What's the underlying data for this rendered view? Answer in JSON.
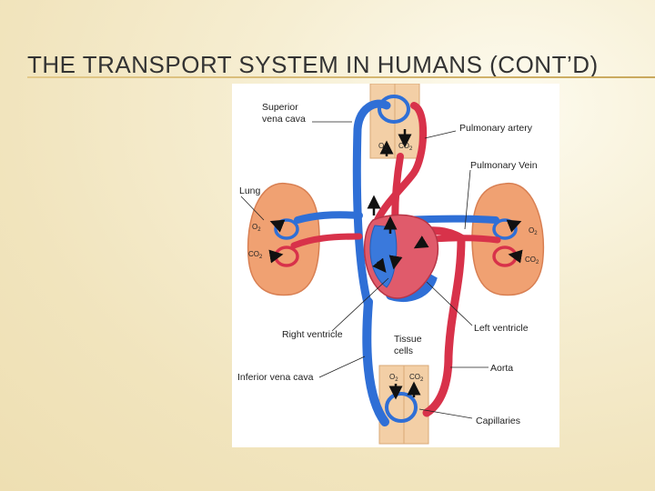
{
  "slide": {
    "title": "THE TRANSPORT SYSTEM IN HUMANS (CONT’D)"
  },
  "diagram": {
    "labels": {
      "superior_vena_cava_1": "Superior",
      "superior_vena_cava_2": "vena cava",
      "pulmonary_artery": "Pulmonary artery",
      "pulmonary_vein": "Pulmonary Vein",
      "lung": "Lung",
      "right_ventricle": "Right ventricle",
      "tissue_cells_1": "Tissue",
      "tissue_cells_2": "cells",
      "left_ventricle": "Left ventricle",
      "inferior_vena_cava": "Inferior vena cava",
      "aorta": "Aorta",
      "capillaries": "Capillaries"
    },
    "gas": {
      "o2": "O",
      "co2": "CO",
      "two": "2"
    },
    "colors": {
      "oxygenated": "#d8324a",
      "deoxygenated": "#2f6fd6",
      "lung_tissue": "#f0a172",
      "tissue_block": "#f3cfa6"
    }
  }
}
